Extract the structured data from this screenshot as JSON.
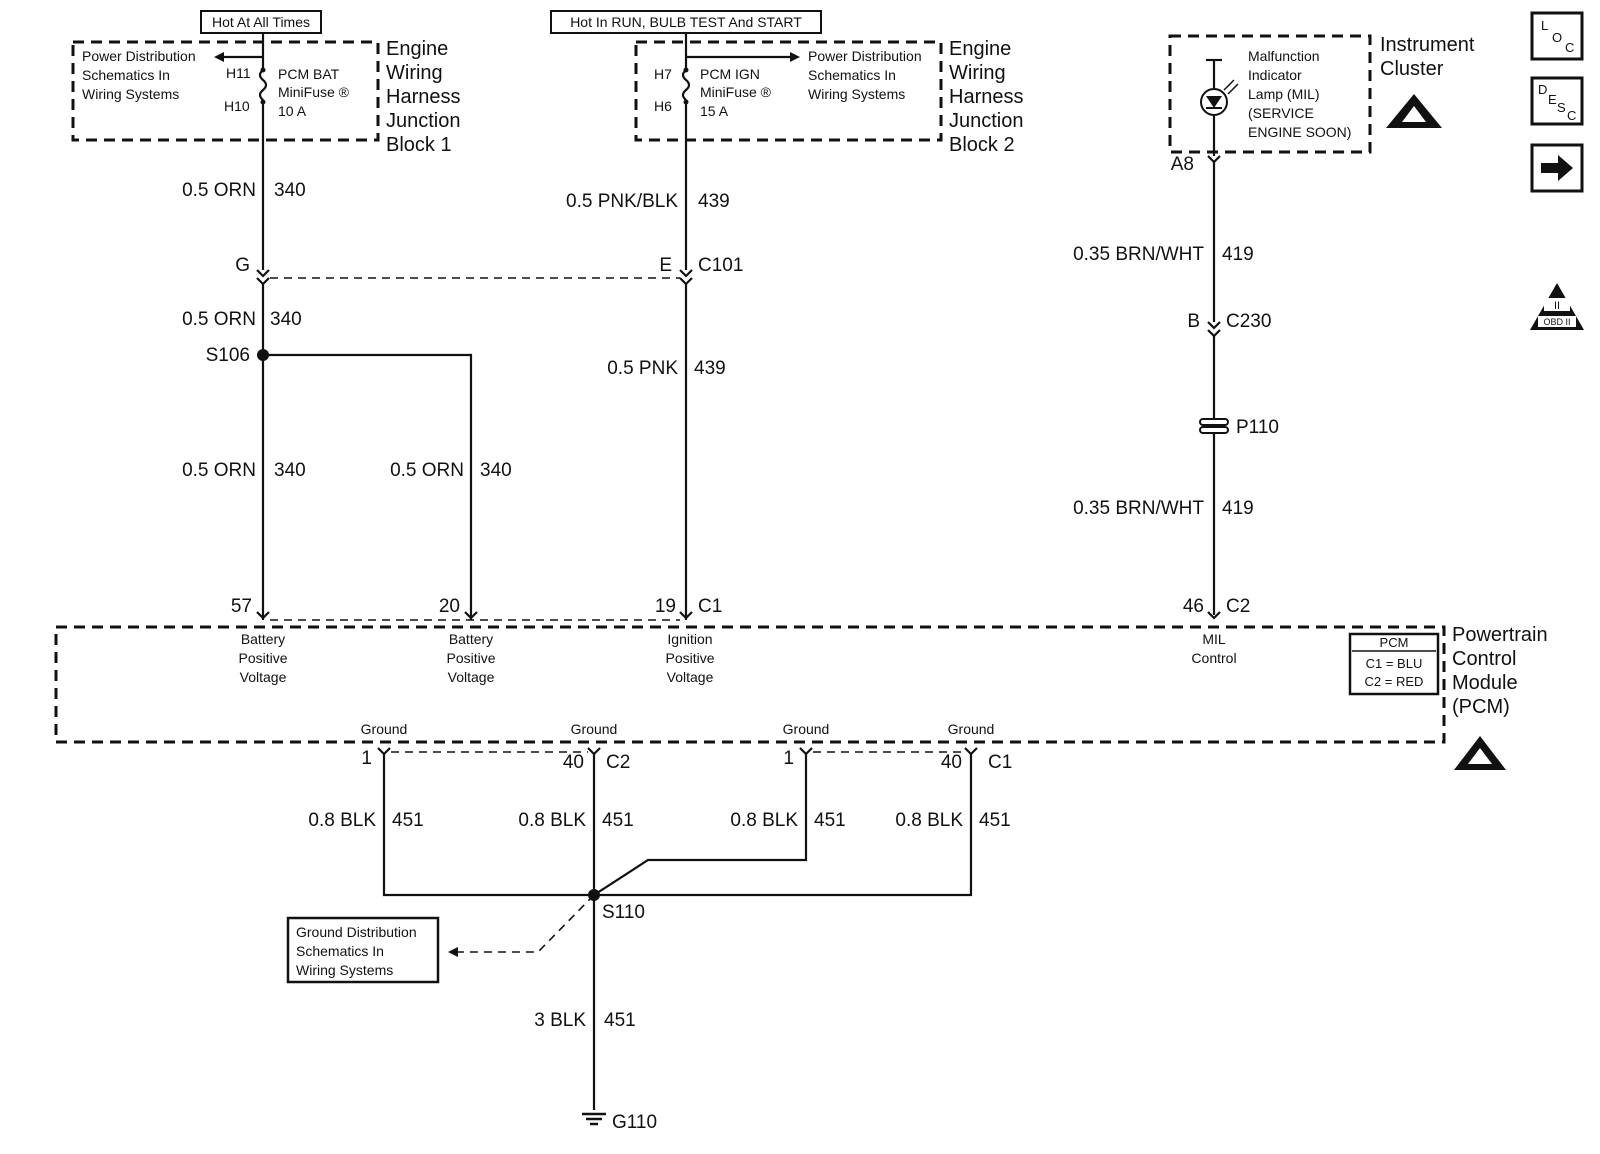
{
  "supply": {
    "hot_all_times": "Hot At All Times",
    "hot_run": "Hot In RUN, BULB TEST And START"
  },
  "jb1": {
    "title": [
      "Engine",
      "Wiring",
      "Harness",
      "Junction",
      "Block 1"
    ],
    "ref": [
      "Power Distribution",
      "Schematics In",
      "Wiring Systems"
    ],
    "pin_in": "H11",
    "pin_out": "H10",
    "fuse": [
      "PCM BAT",
      "MiniFuse ®",
      "10 A"
    ]
  },
  "jb2": {
    "title": [
      "Engine",
      "Wiring",
      "Harness",
      "Junction",
      "Block 2"
    ],
    "ref": [
      "Power Distribution",
      "Schematics In",
      "Wiring Systems"
    ],
    "pin_in": "H7",
    "pin_out": "H6",
    "fuse": [
      "PCM IGN",
      "MiniFuse ®",
      "15 A"
    ]
  },
  "cluster": {
    "title": [
      "Instrument",
      "Cluster"
    ],
    "lamp": [
      "Malfunction",
      "Indicator",
      "Lamp (MIL)",
      "(SERVICE",
      "ENGINE SOON)"
    ],
    "pin": "A8"
  },
  "wires": {
    "w340_top": {
      "gauge": "0.5 ORN",
      "circuit": "340"
    },
    "w340_mid": {
      "gauge": "0.5 ORN",
      "circuit": "340"
    },
    "w340_left": {
      "gauge": "0.5 ORN",
      "circuit": "340"
    },
    "w340_right": {
      "gauge": "0.5 ORN",
      "circuit": "340"
    },
    "w439_top": {
      "gauge": "0.5 PNK/BLK",
      "circuit": "439"
    },
    "w439_bot": {
      "gauge": "0.5 PNK",
      "circuit": "439"
    },
    "w419_top": {
      "gauge": "0.35 BRN/WHT",
      "circuit": "419"
    },
    "w419_bot": {
      "gauge": "0.35 BRN/WHT",
      "circuit": "419"
    },
    "g1": {
      "gauge": "0.8 BLK",
      "circuit": "451"
    },
    "g2": {
      "gauge": "0.8 BLK",
      "circuit": "451"
    },
    "g3": {
      "gauge": "0.8 BLK",
      "circuit": "451"
    },
    "g4": {
      "gauge": "0.8 BLK",
      "circuit": "451"
    },
    "g_main": {
      "gauge": "3 BLK",
      "circuit": "451"
    }
  },
  "connectors": {
    "c101": {
      "name": "C101",
      "pin_g": "G",
      "pin_e": "E"
    },
    "c230": {
      "name": "C230",
      "pin": "B"
    },
    "p110": "P110",
    "s106": "S106",
    "s110": "S110",
    "g110": "G110"
  },
  "pcm": {
    "title": [
      "Powertrain",
      "Control",
      "Module",
      "(PCM)"
    ],
    "legend": {
      "title": "PCM",
      "lines": [
        "C1 = BLU",
        "C2 = RED"
      ]
    },
    "pins": [
      {
        "num": "57",
        "label": [
          "Battery",
          "Positive",
          "Voltage"
        ]
      },
      {
        "num": "20",
        "label": [
          "Battery",
          "Positive",
          "Voltage"
        ]
      },
      {
        "num": "19",
        "conn": "C1",
        "label": [
          "Ignition",
          "Positive",
          "Voltage"
        ]
      },
      {
        "num": "46",
        "conn": "C2",
        "label": [
          "MIL",
          "Control"
        ]
      }
    ],
    "grounds": [
      {
        "num": "1",
        "label": "Ground"
      },
      {
        "num": "40",
        "conn": "C2",
        "label": "Ground"
      },
      {
        "num": "1",
        "label": "Ground"
      },
      {
        "num": "40",
        "conn": "C1",
        "label": "Ground"
      }
    ]
  },
  "ground_ref": [
    "Ground Distribution",
    "Schematics In",
    "Wiring Systems"
  ],
  "side_icons": {
    "loc": [
      "L",
      "O",
      "C"
    ],
    "desc": [
      "D",
      "E",
      "S",
      "C"
    ],
    "next": "arrow-right-icon",
    "obd": [
      "II",
      "OBD II"
    ]
  }
}
